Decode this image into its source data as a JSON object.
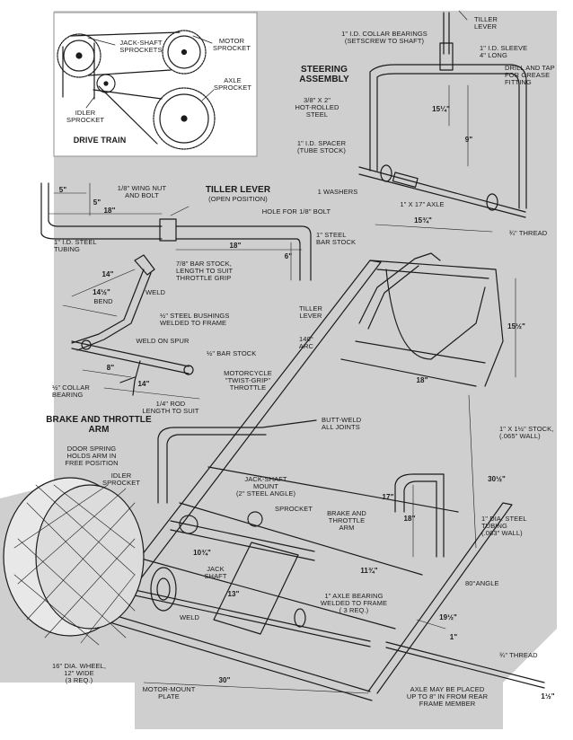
{
  "drive_train": {
    "title": "DRIVE TRAIN",
    "jack_shaft_sprockets": "JACK-SHAFT\nSPROCKETS",
    "motor_sprocket": "MOTOR\nSPROCKET",
    "axle_sprocket": "AXLE\nSPROCKET",
    "idler_sprocket": "IDLER\nSPROCKET"
  },
  "steering_assembly": {
    "title": "STEERING\nASSEMBLY",
    "tiller_lever": "TILLER\nLEVER",
    "collar_bearings": "1\" I.D. COLLAR BEARINGS\n(SETSCREW TO SHAFT)",
    "sleeve": "1\" I.D. SLEEVE\n4\" LONG",
    "drill_tap": "DRILL AND TAP\nFOR GREASE\nFITTING",
    "hot_rolled": "3/8\" x 2\"\nHOT-ROLLED\nSTEEL",
    "dim_15_1_4": "15¼\"",
    "dim_9": "9\"",
    "spacer": "1\" I.D. SPACER\n(TUBE STOCK)",
    "washers": "1 WASHERS",
    "axle": "1\" x 17\" AXLE",
    "thread": "¾\" THREAD"
  },
  "tiller": {
    "title": "TILLER LEVER",
    "subtitle": "(OPEN POSITION)",
    "wing_nut": "1/8\" WING NUT\nAND BOLT",
    "dim_5a": "5\"",
    "dim_5b": "5\"",
    "dim_18a": "18\"",
    "hole": "HOLE FOR 1/8\" BOLT",
    "dim_18b": "18\"",
    "dim_6": "6\"",
    "steel_tubing": "1\" I.D. STEEL\nTUBING",
    "bar_stock": "1\" STEEL\nBAR STOCK"
  },
  "brake_throttle": {
    "title": "BRAKE AND THROTTLE\nARM",
    "dim_14": "14\"",
    "dim_14_5": "14½\"",
    "bend": "BEND",
    "bar_stock_78": "7/8\" BAR STOCK,\nLENGTH TO SUIT\nTHROTTLE GRIP",
    "weld": "WELD",
    "bushings": "½\" STEEL BUSHINGS\nWELDED TO FRAME",
    "weld_spur": "WELD ON SPUR",
    "bar_stock_12": "½\" BAR STOCK",
    "dim_8": "8\"",
    "dim_14b": "14\"",
    "collar": "½\" COLLAR\nBEARING",
    "rod": "1/4\" ROD\nLENGTH TO SUIT",
    "moto_throttle": "MOTORCYCLE\n\"TWIST-GRIP\"\nTHROTTLE",
    "door_spring": "DOOR SPRING\nHOLDS ARM IN\nFREE POSITION"
  },
  "frame": {
    "dim_15_3_4": "15¾\"",
    "dim_15_1_2": "15½\"",
    "tiller_lever": "TILLER\nLEVER",
    "arc": "140°\nARC",
    "dim_18": "18\"",
    "butt_weld": "BUTT-WELD\nALL JOINTS",
    "stock": "1\" x 1½\" STOCK,\n(.065\" WALL)",
    "dim_30_1_2": "30½\"",
    "idler_sprocket": "IDLER\nSPROCKET",
    "jack_mount": "JACK-SHAFT\nMOUNT\n(2\" STEEL ANGLE)",
    "sprocket": "SPROCKET",
    "brake_arm": "BRAKE AND\nTHROTTLE\nARM",
    "dim_17": "17\"",
    "dim_18b": "18\"",
    "dia_tubing": "1\" DIA. STEEL\nTUBING\n(.083\" WALL)",
    "dim_10_3_4": "10¾\"",
    "jack_shaft": "JACK\nSHAFT",
    "dim_11_3_4": "11¾\"",
    "angle_80": "80°ANGLE",
    "dim_13": "13\"",
    "axle_bearing": "1\" AXLE BEARING\nWELDED TO FRAME\n( 3 REQ.)",
    "weld": "WELD",
    "dim_19_1_2": "19½\"",
    "dim_1": "1\"",
    "wheel": "16\" DIA. WHEEL,\n12\" WIDE\n(3 REQ.)",
    "thread": "¾\" THREAD",
    "dim_30": "30\"",
    "motor_plate": "MOTOR-MOUNT\nPLATE",
    "axle_note": "AXLE MAY BE PLACED\nUP TO 8\" IN FROM REAR\nFRAME MEMBER",
    "dim_1_1_2": "1½\""
  }
}
